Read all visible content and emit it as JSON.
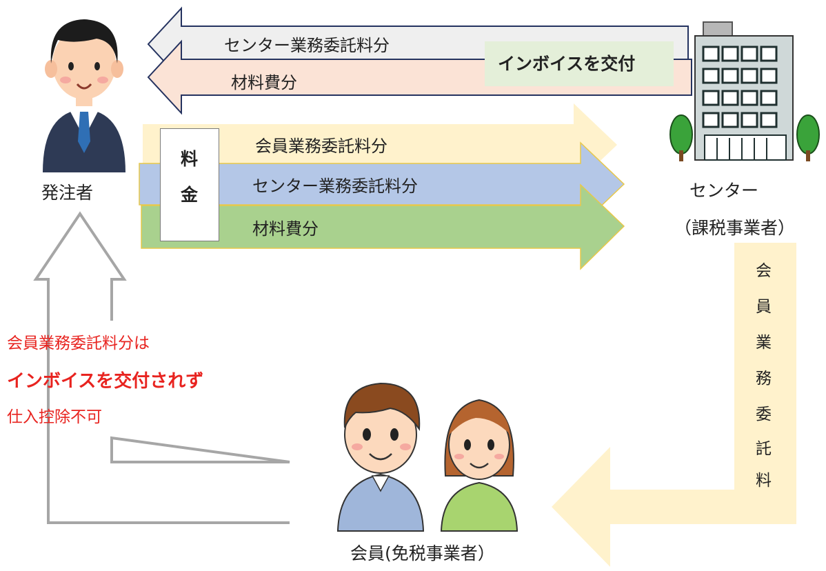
{
  "parties": {
    "orderer": "発注者",
    "center_line1": "センター",
    "center_line2": "（課税事業者）",
    "members": "会員(免税事業者）"
  },
  "back_flows": {
    "center_fee": "センター業務委託料分",
    "material": "材料費分",
    "invoice": "インボイスを交付"
  },
  "forward_flows": {
    "fee_chars": [
      "料",
      "金"
    ],
    "member_fee": "会員業務委託料分",
    "center_fee": "センター業務委託料分",
    "material": "材料費分"
  },
  "vertical_flow": {
    "chars": [
      "会",
      "員",
      "業",
      "務",
      "委",
      "託",
      "料"
    ]
  },
  "note": {
    "line1": "会員業務委託料分は",
    "line2": "インボイスを交付されず",
    "line3": "仕入控除不可"
  },
  "colors": {
    "arrow_gray": "#efefef",
    "arrow_pink": "#fbe3d6",
    "arrow_yellow": "#fff2cc",
    "arrow_blue": "#b4c7e7",
    "arrow_green": "#a9d18e",
    "invoice_bg": "#e4efd9",
    "note_red": "#e8231f",
    "outline_gray": "#a6a6a6"
  }
}
